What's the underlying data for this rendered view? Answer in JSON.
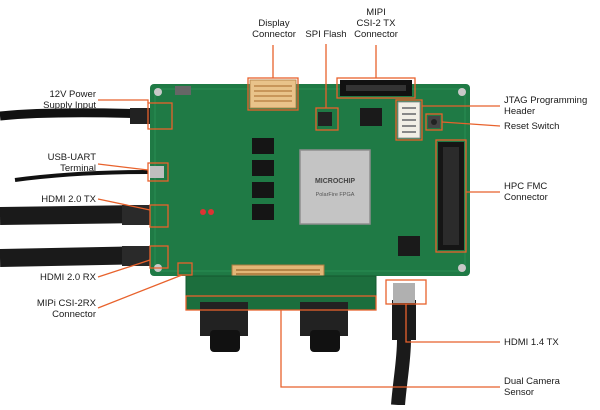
{
  "labels": {
    "display_connector": "Display\nConnector",
    "spi_flash": "SPI Flash",
    "mipi_csi2_tx": "MIPI\nCSI-2 TX\nConnector",
    "power_input": "12V Power\nSupply Input",
    "usb_uart": "USB-UART\nTerminal",
    "hdmi_20_tx": "HDMI 2.0 TX",
    "hdmi_20_rx": "HDMI 2.0 RX",
    "mipi_csi2rx": "MIPi CSI-2RX\nConnector",
    "jtag_header": "JTAG Programming\nHeader",
    "reset_switch": "Reset Switch",
    "hpc_fmc": "HPC FMC\nConnector",
    "hdmi_14_tx": "HDMI 1.4 TX",
    "dual_camera": "Dual Camera\nSensor"
  },
  "chip": {
    "brand": "MICROCHIP",
    "product": "PolarFire FPGA"
  },
  "colors": {
    "callout": "#e8622c",
    "pcb": "#1f7a45",
    "pcb_dark": "#165c33",
    "text": "#1a1a1a"
  }
}
